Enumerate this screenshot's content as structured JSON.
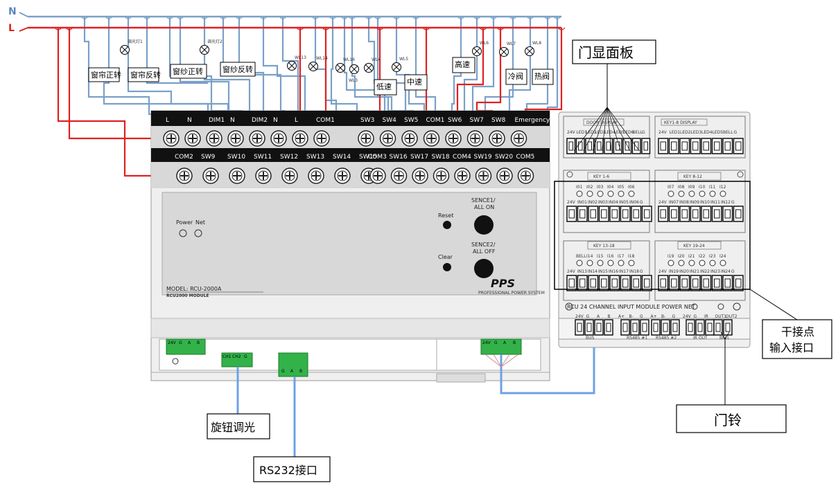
{
  "bus": {
    "n_label": "N",
    "l_label": "L"
  },
  "loads": {
    "boxes": [
      "窗帘正转",
      "窗帘反转",
      "窗纱正转",
      "窗纱反转",
      "低速",
      "中速",
      "高速",
      "冷阀",
      "热阀"
    ],
    "lamps": [
      "调光灯1",
      "调光灯2",
      "WL13",
      "WL14",
      "WL16",
      "WL3",
      "WL4",
      "WL5",
      "WL6",
      "WL7",
      "WL8"
    ]
  },
  "module": {
    "top_terminals": [
      "L",
      "N",
      "DIM1",
      "N",
      "DIM2",
      "N",
      "L",
      "COM1",
      "SW3",
      "SW4",
      "SW5",
      "COM1",
      "SW6",
      "SW7",
      "SW8",
      "Emergency"
    ],
    "bottom_terminals": [
      "COM2",
      "SW9",
      "SW10",
      "SW11",
      "SW12",
      "SW13",
      "SW14",
      "SW15",
      "COM3",
      "SW16",
      "SW17",
      "SW18",
      "COM4",
      "SW19",
      "SW20",
      "COM5"
    ],
    "power_label": "Power",
    "net_label": "Net",
    "reset_label": "Reset",
    "clear_label": "Clear",
    "scene1_line1": "SENCE1/",
    "scene1_line2": "ALL ON",
    "scene2_line1": "SENCE2/",
    "scene2_line2": "ALL OFF",
    "brand": "PPS",
    "brand_tagline": "PROFESSIONAL POWER SYSTEM",
    "model": "MODEL: RCU-2000A",
    "series": "RCU2000 MODULE",
    "conn_bus1": [
      "24V",
      "G",
      "A",
      "B"
    ],
    "conn_dim": [
      "CH1",
      "CH2",
      "G"
    ],
    "conn_232": [
      "G",
      "A",
      "B"
    ],
    "conn_bus2": [
      "24V",
      "G",
      "A",
      "B"
    ]
  },
  "panel": {
    "door_display": "DOOR DISPLAY",
    "key_display": "KEY1-8 DISPLAY",
    "door_pins": [
      "24V",
      "LED1",
      "LED2",
      "LED3",
      "LED4",
      "LED5",
      "LED6",
      "BELL",
      "G"
    ],
    "key_disp_pins": [
      "24V",
      "LED1",
      "LED2",
      "LED3",
      "LED4",
      "LED5",
      "BELL",
      "G"
    ],
    "key_groups": [
      {
        "title": "KEY 1-6",
        "leds": [
          "I01",
          "I02",
          "I03",
          "I04",
          "I05",
          "I06"
        ],
        "pins": [
          "24V",
          "IN01",
          "IN02",
          "IN03",
          "IN04",
          "IN05",
          "IN06",
          "G"
        ]
      },
      {
        "title": "KEY 8-12",
        "leds": [
          "I07",
          "I08",
          "I09",
          "I10",
          "I11",
          "I12"
        ],
        "pins": [
          "24V",
          "IN07",
          "IN08",
          "IN09",
          "IN10",
          "IN11",
          "IN12",
          "G"
        ]
      },
      {
        "title": "KEY 13-18",
        "leds": [
          "BELL",
          "I14",
          "I15",
          "I16",
          "I17",
          "I18"
        ],
        "pins": [
          "24V",
          "IN13",
          "IN14",
          "IN15",
          "IN16",
          "IN17",
          "IN18",
          "G"
        ]
      },
      {
        "title": "KEY 19-24",
        "leds": [
          "I19",
          "I20",
          "I21",
          "I22",
          "I23",
          "I24"
        ],
        "pins": [
          "24V",
          "IN19",
          "IN20",
          "IN21",
          "IN22",
          "IN23",
          "IN24",
          "G"
        ]
      }
    ],
    "caption": "RCU   24   CHANNEL   INPUT   MODULE   POWER   NET",
    "bottom_pins": [
      "24V",
      "G",
      "A",
      "B",
      "A+",
      "B-",
      "G",
      "A+",
      "B-",
      "G",
      "24V",
      "G",
      "IR",
      "OUT1",
      "OUT2"
    ],
    "bottom_groups": [
      "BUS",
      "RS485 #1",
      "RS485 #2",
      "IR OUT",
      "BELL"
    ]
  },
  "callouts": {
    "door_display_panel": "门显面板",
    "dry_contact_1": "干接点",
    "dry_contact_2": "输入接口",
    "doorbell": "门铃",
    "knob_dimming": "旋钮调光",
    "rs232": "RS232接口"
  }
}
